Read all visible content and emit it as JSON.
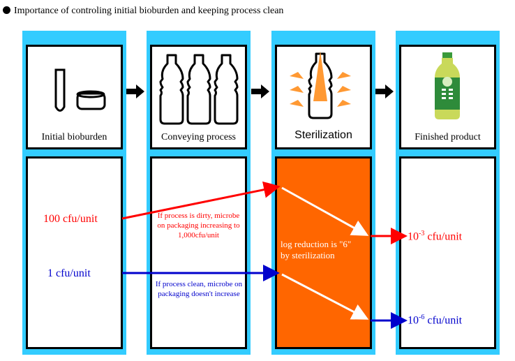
{
  "title": "Importance of controling initial bioburden and keeping process clean",
  "stages": [
    {
      "label": "Initial bioburden"
    },
    {
      "label": "Conveying process"
    },
    {
      "label": "Sterilization"
    },
    {
      "label": "Finished product"
    }
  ],
  "values": {
    "initial_high": "100 cfu/unit",
    "initial_low": "1 cfu/unit",
    "final_high_base": "10",
    "final_high_exp": "-3",
    "final_high_unit": " cfu/unit",
    "final_low_base": "10",
    "final_low_exp": "-6",
    "final_low_unit": " cfu/unit"
  },
  "notes": {
    "dirty": "If process is dirty, microbe on packaging increasing to 1,000cfu/unit",
    "clean": "If process clean, microbe on packaging doesn't increase",
    "log_reduction": "log reduction is \"6\" by sterilization"
  },
  "colors": {
    "column": "#33ccff",
    "sterilization": "#ff6600",
    "dirty_path": "#ff0000",
    "clean_path": "#0000cc",
    "flame": "#ff9933"
  },
  "icons": [
    "tube-icon",
    "cap-icon",
    "bottle-icon",
    "flame-arrow-icon",
    "tea-bottle-icon"
  ]
}
